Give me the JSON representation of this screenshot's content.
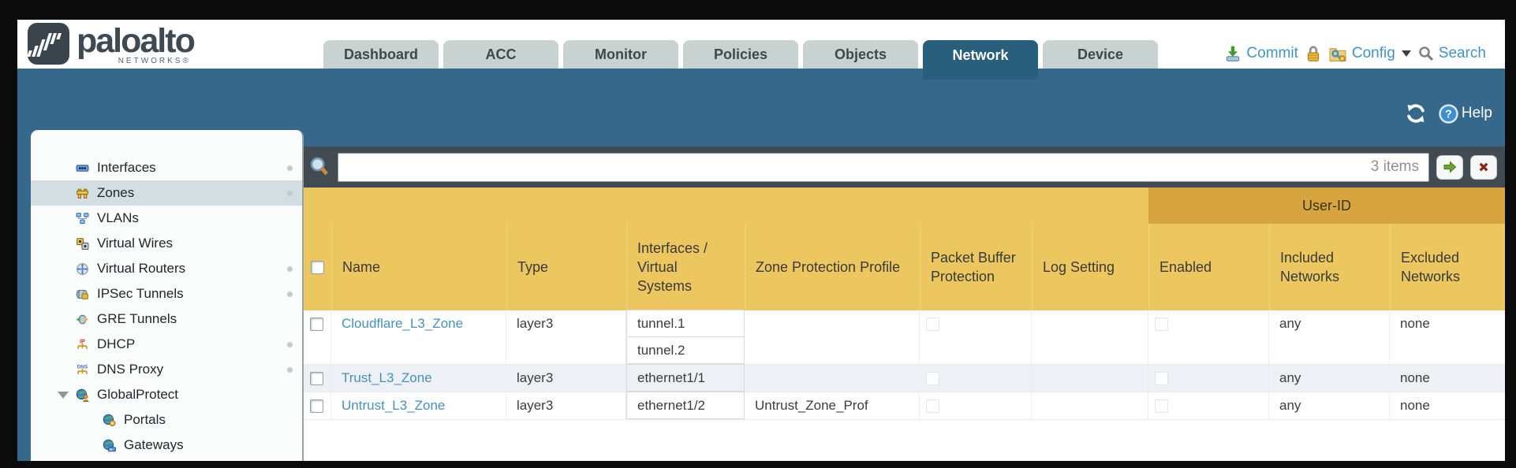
{
  "header": {
    "brand": "paloalto",
    "brand_sub": "NETWORKS®",
    "tabs": [
      {
        "label": "Dashboard",
        "active": false
      },
      {
        "label": "ACC",
        "active": false
      },
      {
        "label": "Monitor",
        "active": false
      },
      {
        "label": "Policies",
        "active": false
      },
      {
        "label": "Objects",
        "active": false
      },
      {
        "label": "Network",
        "active": true
      },
      {
        "label": "Device",
        "active": false
      }
    ],
    "actions": {
      "commit": "Commit",
      "config": "Config",
      "search": "Search"
    }
  },
  "toolbar": {
    "help_label": "Help"
  },
  "sidebar": {
    "items": [
      {
        "label": "Interfaces",
        "icon": "interfaces",
        "dot": true
      },
      {
        "label": "Zones",
        "icon": "zones",
        "dot": true,
        "selected": true
      },
      {
        "label": "VLANs",
        "icon": "vlans"
      },
      {
        "label": "Virtual Wires",
        "icon": "virtual-wires"
      },
      {
        "label": "Virtual Routers",
        "icon": "virtual-routers",
        "dot": true
      },
      {
        "label": "IPSec Tunnels",
        "icon": "ipsec-tunnels",
        "dot": true
      },
      {
        "label": "GRE Tunnels",
        "icon": "gre-tunnels"
      },
      {
        "label": "DHCP",
        "icon": "dhcp",
        "dot": true
      },
      {
        "label": "DNS Proxy",
        "icon": "dns-proxy",
        "dot": true
      },
      {
        "label": "GlobalProtect",
        "icon": "globalprotect",
        "expanded": true
      },
      {
        "label": "Portals",
        "icon": "portals",
        "child": true
      },
      {
        "label": "Gateways",
        "icon": "gateways",
        "child": true
      }
    ]
  },
  "filter": {
    "value": "",
    "items_count": "3 items"
  },
  "table": {
    "group_header": "User-ID",
    "columns": [
      "Name",
      "Type",
      "Interfaces / Virtual Systems",
      "Zone Protection Profile",
      "Packet Buffer Protection",
      "Log Setting",
      "Enabled",
      "Included Networks",
      "Excluded Networks"
    ],
    "rows": [
      {
        "name": "Cloudflare_L3_Zone",
        "type": "layer3",
        "interfaces": [
          "tunnel.1",
          "tunnel.2"
        ],
        "zone_protection_profile": "",
        "packet_buffer_protection": false,
        "log_setting": "",
        "user_id_enabled": false,
        "included_networks": "any",
        "excluded_networks": "none"
      },
      {
        "name": "Trust_L3_Zone",
        "type": "layer3",
        "interfaces": [
          "ethernet1/1"
        ],
        "zone_protection_profile": "",
        "packet_buffer_protection": false,
        "log_setting": "",
        "user_id_enabled": false,
        "included_networks": "any",
        "excluded_networks": "none"
      },
      {
        "name": "Untrust_L3_Zone",
        "type": "layer3",
        "interfaces": [
          "ethernet1/2"
        ],
        "zone_protection_profile": "Untrust_Zone_Prof",
        "packet_buffer_protection": false,
        "log_setting": "",
        "user_id_enabled": false,
        "included_networks": "any",
        "excluded_networks": "none"
      }
    ]
  },
  "colors": {
    "teal": "#35688a",
    "active_tab": "#2a5e7d",
    "filter_bar": "#424a52",
    "header_yellow": "#ecc65f",
    "group_orange": "#d7a53f",
    "link_blue": "#4791b8",
    "alt_row": "#edf1f5"
  }
}
